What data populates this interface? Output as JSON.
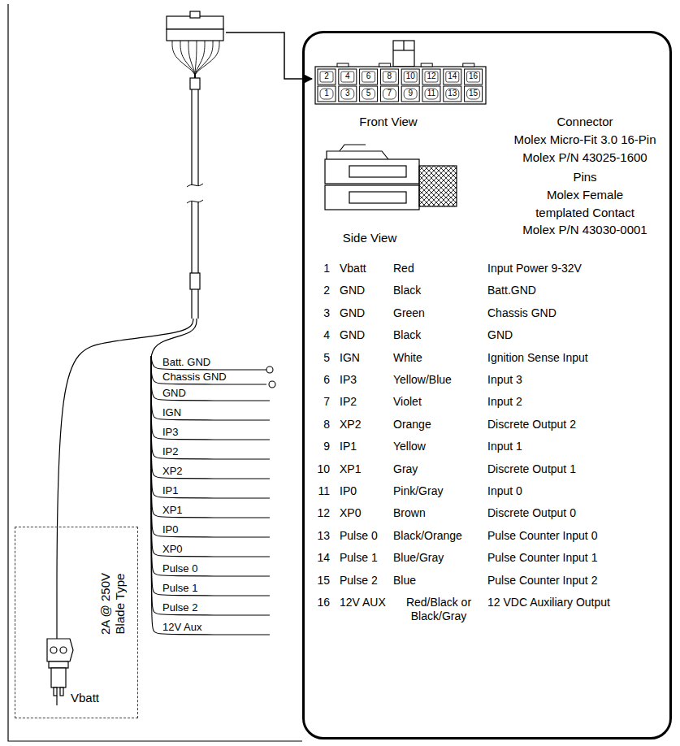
{
  "diagram": {
    "nodes": [
      {
        "text": [
          "Front View",
          "Connector Molex Micro-Fit 3.0 16-Pin Molex P/N 43025-1600",
          "Side View",
          "Pins Molex Female templated Contact Molex P/N 43030-0001"
        ]
      },
      {
        "text": [
          "2A @ 250V Blade Type",
          "Vbatt"
        ]
      }
    ],
    "labels": [
      "Batt. GND",
      "Chassis GND",
      "GND",
      "IGN",
      "IP3",
      "IP2",
      "XP2",
      "IP1",
      "XP1",
      "IP0",
      "XP0",
      "Pulse 0",
      "Pulse 1",
      "Pulse 2",
      "12V Aux",
      "2",
      "4",
      "6",
      "8",
      "10",
      "12",
      "14",
      "16",
      "1",
      "3",
      "5",
      "7",
      "9",
      "11",
      "13",
      "15",
      "1",
      "Vbatt",
      "Red",
      "Input Power 9-32V",
      "2",
      "GND",
      "Black",
      "Batt.GND",
      "3",
      "GND",
      "Green",
      "Chassis GND",
      "4",
      "GND",
      "Black",
      "GND",
      "5",
      "IGN",
      "White",
      "Ignition Sense Input",
      "6",
      "IP3",
      "Yellow/Blue",
      "Input 3",
      "7",
      "IP2",
      "Violet",
      "Input 2",
      "8",
      "XP2",
      "Orange",
      "Discrete Output 2",
      "9",
      "IP1",
      "Yellow",
      "Input 1",
      "10",
      "XP1",
      "Gray",
      "Discrete Output 1",
      "11",
      "IP0",
      "Pink/Gray",
      "Input 0",
      "12",
      "XP0",
      "Brown",
      "Discrete Output 0",
      "13",
      "Pulse 0",
      "Black/Orange",
      "Pulse Counter Input 0",
      "14",
      "Pulse 1",
      "Blue/Gray",
      "Pulse Counter Input 1",
      "15",
      "Pulse 2",
      "Blue",
      "Pulse Counter Input 2",
      "16",
      "12V AUX",
      "Red/Black or Black/Gray",
      "12 VDC Auxiliary Output"
    ]
  }
}
